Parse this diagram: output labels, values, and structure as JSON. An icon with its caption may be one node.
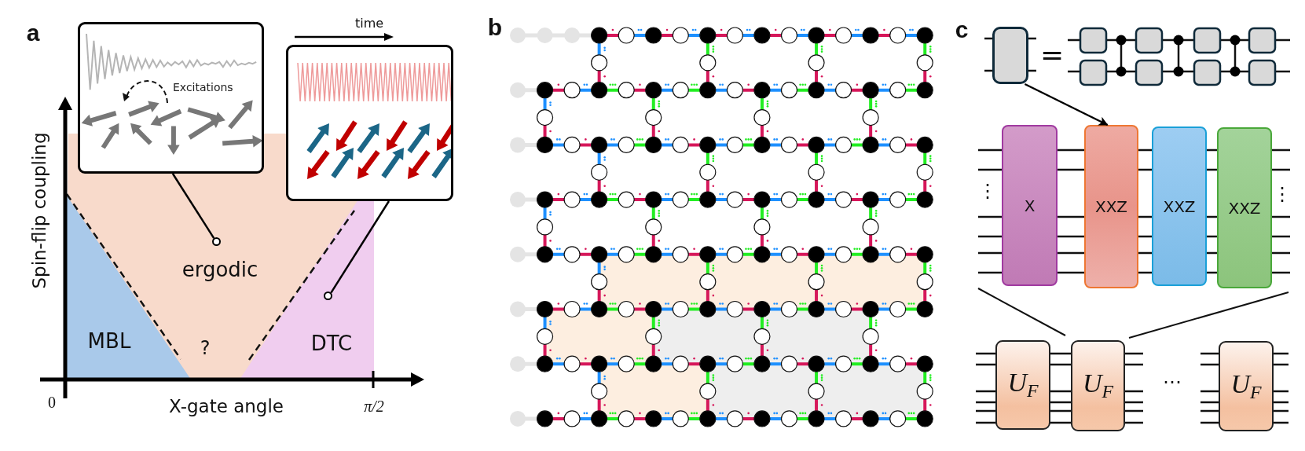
{
  "diagram": {
    "nodes": [
      {
        "text": [
          "Excitations"
        ]
      },
      {
        "text": [],
        "shape": "picture"
      },
      {
        "text": [],
        "shape": "box"
      },
      {
        "text": [
          "X"
        ]
      },
      {
        "text": [
          "XXZ"
        ]
      },
      {
        "text": [
          "XXZ"
        ]
      },
      {
        "text": [
          "XXZ"
        ]
      },
      {
        "text": [
          "U$_{F}$"
        ]
      },
      {
        "text": [
          "U$_{F}$"
        ]
      },
      {
        "text": [
          "U$_{F}$"
        ]
      },
      {
        "text": [],
        "shape": "circle"
      },
      {
        "text": [],
        "shape": "circle"
      }
    ],
    "edges": [
      {
        "from": 0,
        "to": 10,
        "arrow": "none"
      },
      {
        "from": 1,
        "to": 11,
        "arrow": "none"
      },
      {
        "from": 2,
        "to": 4,
        "arrow": "to"
      }
    ],
    "labels": [
      "a",
      "time",
      "Spin-flip coupling",
      "ergodic",
      "MBL",
      "?",
      "DTC",
      "0",
      "X-gate angle",
      "π/2",
      "b",
      "c",
      "=",
      "⋮",
      "⋮",
      "⋯"
    ]
  }
}
